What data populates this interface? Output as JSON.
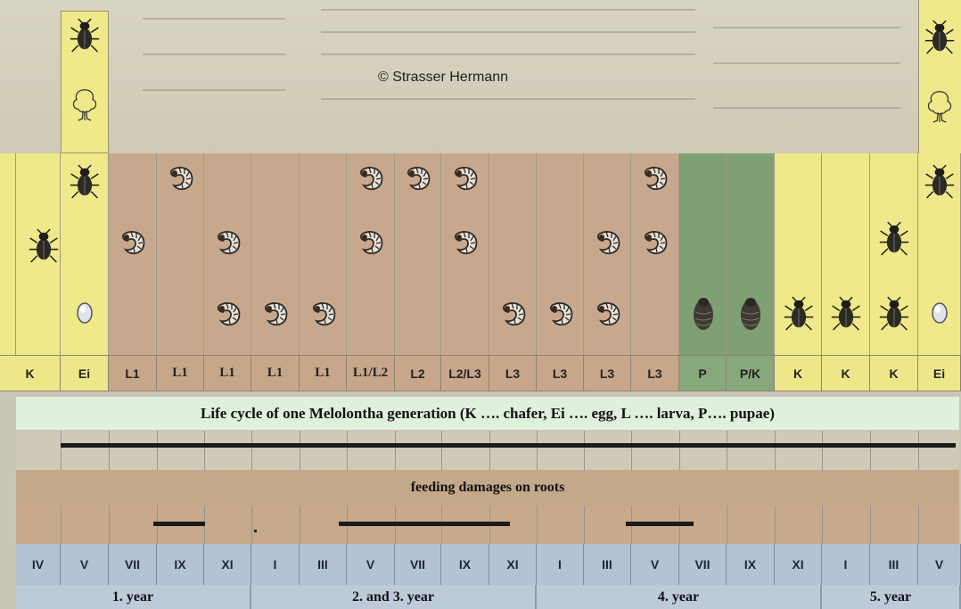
{
  "copyright": "© Strasser Hermann",
  "stage_labels": [
    "K",
    "Ei",
    "L1",
    "L1",
    "L1",
    "L1",
    "L1",
    "L1/L2",
    "L2",
    "L2/L3",
    "L3",
    "L3",
    "L3",
    "L3",
    "P",
    "P/K",
    "K",
    "K",
    "K",
    "Ei"
  ],
  "title": "Life cycle of one Melolontha generation (K …. chafer, Ei …. egg, L …. larva, P…. pupae)",
  "feeding_label": "feeding  damages on roots",
  "months": [
    "IV",
    "V",
    "VII",
    "IX",
    "XI",
    "I",
    "III",
    "V",
    "VII",
    "IX",
    "XI",
    "I",
    "III",
    "V",
    "VII",
    "IX",
    "XI",
    "I",
    "III",
    "V"
  ],
  "years": [
    "1. year",
    "2. and 3. year",
    "4. year",
    "5. year"
  ],
  "icons": {
    "beetle": "beetle-icon",
    "tree": "tree-icon",
    "egg": "egg-icon",
    "larva": "larva-icon",
    "pupa": "pupa-icon"
  },
  "colors": {
    "chafer_yellow": "#efe98a",
    "larva_brown": "#c8a88c",
    "pupa_green": "#7fa074",
    "title_green": "#dff0dc",
    "month_blue": "#b4c3d4"
  }
}
